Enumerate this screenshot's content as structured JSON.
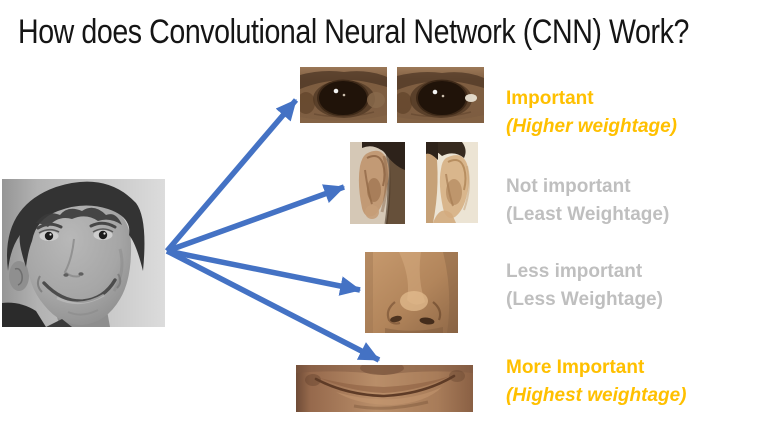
{
  "slide": {
    "title": "How does Convolutional Neural Network (CNN) Work?"
  },
  "annotations": {
    "eyes": {
      "importance": "Important",
      "weightage": "(Higher weightage)"
    },
    "ears": {
      "importance": "Not important",
      "weightage": "(Least Weightage)"
    },
    "nose": {
      "importance": "Less important",
      "weightage": "(Less Weightage)"
    },
    "mouth": {
      "importance": "More Important",
      "weightage": "(Highest weightage)"
    }
  },
  "images": {
    "face": "grayscale-boy-face-photo",
    "eye_left": "eye-closeup-photo-left",
    "eye_right": "eye-closeup-photo-right",
    "ear_left": "ear-closeup-photo-left",
    "ear_right": "ear-closeup-photo-right",
    "nose": "nose-closeup-photo",
    "mouth": "smiling-mouth-closeup-photo"
  },
  "colors": {
    "arrow_blue": "#4472C4",
    "highlight_gold": "#FFC000",
    "deemphasis_gray": "#BFBFBF",
    "title_text": "#151515",
    "background": "#FFFFFF"
  }
}
